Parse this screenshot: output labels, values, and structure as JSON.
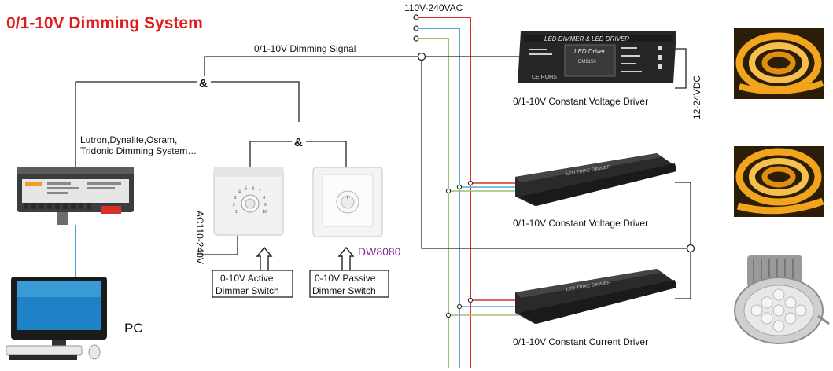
{
  "title": "0/1-10V Dimming System",
  "colors": {
    "title": "#e01b1b",
    "wire_dark": "#222222",
    "wire_red": "#d9302a",
    "wire_blue": "#5aa9d6",
    "wire_green": "#9bbf7a",
    "wire_cyan": "#2a9dc9",
    "model": "#8a2a9c",
    "led_strip": "#f2a51c",
    "driver_body": "#2a2a2a"
  },
  "labels": {
    "supply": "110V-240VAC",
    "signal": "0/1-10V Dimming Signal",
    "control_systems_line1": "Lutron,Dynalite,Osram,",
    "control_systems_line2": "Tridonic Dimming System…",
    "ac_input": "AC110-240V",
    "active_switch_line1": "0-10V Active",
    "active_switch_line2": "Dimmer Switch",
    "passive_switch_line1": "0-10V Passive",
    "passive_switch_line2": "Dimmer Switch",
    "model": "DW8080",
    "pc": "PC",
    "output_voltage": "12-24VDC",
    "join_symbol": "&"
  },
  "drivers": [
    {
      "caption": "0/1-10V Constant  Voltage Driver",
      "case_title": "LED DIMMER & LED DRIVER",
      "panel_title": "LED Driver",
      "model_code": "DM9150",
      "certifications": "CE ROHS"
    },
    {
      "caption": "0/1-10V Constant  Voltage Driver",
      "case_title": "LED TRIAC DIMMER"
    },
    {
      "caption": "0/1-10V Constant Current Driver",
      "case_title": "LED TRIAC DIMMER"
    }
  ],
  "dimmer_scale": [
    "1",
    "2",
    "3",
    "4",
    "5",
    "6",
    "7",
    "8",
    "9",
    "10"
  ]
}
